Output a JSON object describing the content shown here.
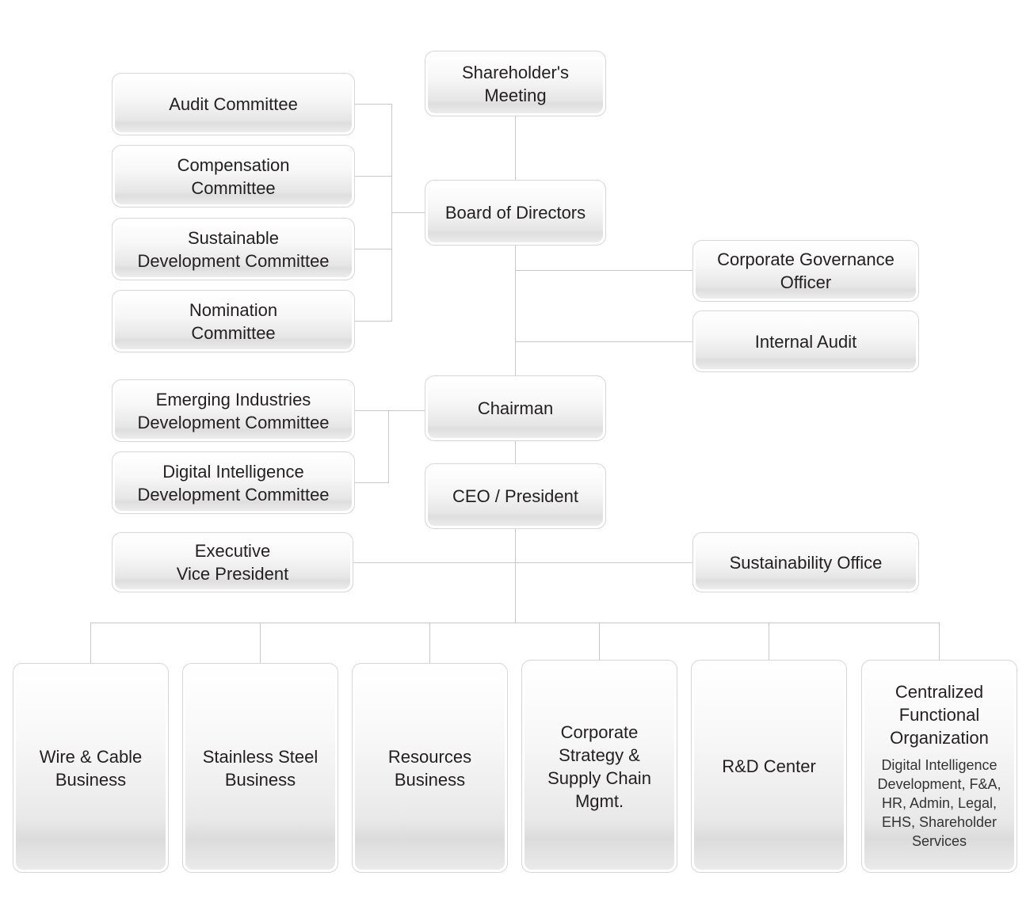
{
  "org_chart": {
    "shareholders_meeting": "Shareholder's\nMeeting",
    "board_of_directors": "Board of Directors",
    "board_committees": [
      "Audit Committee",
      "Compensation\nCommittee",
      "Sustainable\nDevelopment Committee",
      "Nomination\nCommittee"
    ],
    "corporate_governance_officer": "Corporate Governance\nOfficer",
    "internal_audit": "Internal Audit",
    "chairman": "Chairman",
    "chairman_committees": [
      "Emerging Industries\nDevelopment Committee",
      "Digital Intelligence\nDevelopment Committee"
    ],
    "ceo": "CEO / President",
    "executive_vp": "Executive\nVice President",
    "sustainability_office": "Sustainability Office",
    "business_units": [
      {
        "title": "Wire & Cable\nBusiness"
      },
      {
        "title": "Stainless Steel\nBusiness"
      },
      {
        "title": "Resources\nBusiness"
      },
      {
        "title": "Corporate\nStrategy &\nSupply Chain\nMgmt."
      },
      {
        "title": "R&D Center"
      },
      {
        "title": "Centralized\nFunctional\nOrganization",
        "subtitle": "Digital Intelligence\nDevelopment, F&A,\nHR, Admin, Legal,\nEHS, Shareholder\nServices"
      }
    ]
  }
}
